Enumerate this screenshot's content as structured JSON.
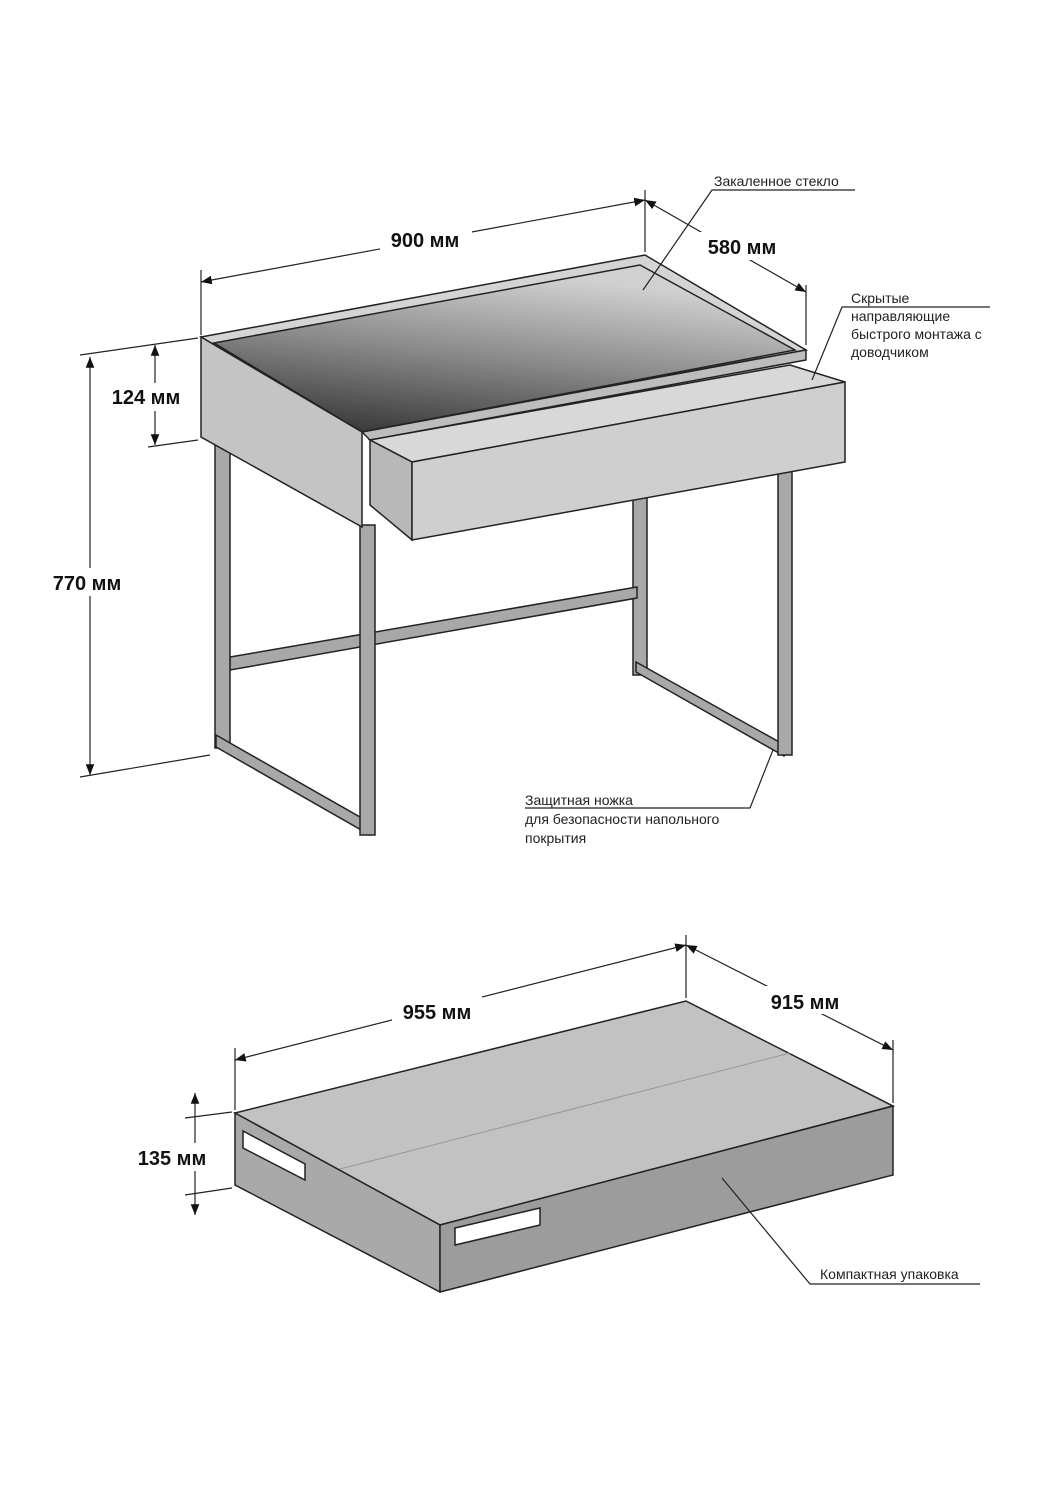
{
  "desk": {
    "width_label": "900 мм",
    "depth_label": "580 мм",
    "drawer_height_label": "124 мм",
    "height_label": "770 мм",
    "notes": {
      "glass": "Закаленное стекло",
      "rails": [
        "Скрытые",
        "направляющие",
        "быстрого монтажа с",
        "доводчиком"
      ],
      "foot": [
        "Защитная ножка",
        "для безопасности напольного",
        "покрытия"
      ]
    }
  },
  "package": {
    "length_label": "955 мм",
    "width_label": "915 мм",
    "height_label": "135 мм",
    "note": "Компактная упаковка"
  },
  "colors": {
    "panel": "#c8c8c8",
    "frame": "#9a9a9a",
    "line": "#222222"
  }
}
